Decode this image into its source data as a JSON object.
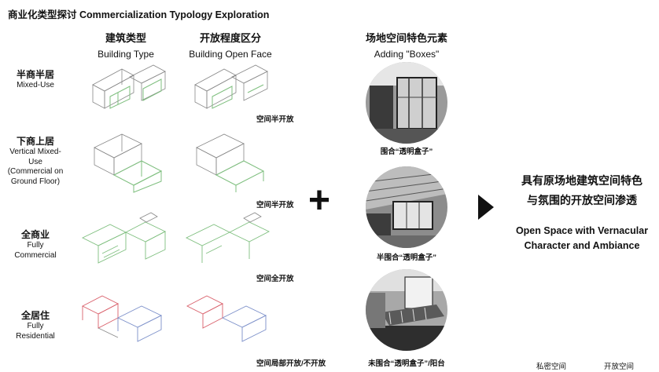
{
  "title": "商业化类型探讨 Commercialization Typology Exploration",
  "columns": [
    {
      "cn": "建筑类型",
      "en": "Building Type"
    },
    {
      "cn": "开放程度区分",
      "en": "Building Open Face"
    },
    {
      "cn": "场地空间特色元素",
      "en": "Adding \"Boxes\""
    }
  ],
  "rows": [
    {
      "cn": "半商半居",
      "en": [
        "Mixed-Use"
      ],
      "tag": "空间半开放"
    },
    {
      "cn": "下商上居",
      "en": [
        "Vertical Mixed-",
        "Use",
        "(Commercial on",
        "Ground Floor)"
      ],
      "tag": "空间半开放"
    },
    {
      "cn": "全商业",
      "en": [
        "Fully",
        "Commercial"
      ],
      "tag": "空间全开放"
    },
    {
      "cn": "全居住",
      "en": [
        "Fully",
        "Residential"
      ],
      "tag": "空间局部开放/不开放"
    }
  ],
  "photo_captions": [
    "围合“透明盒子”",
    "半围合“透明盒子”",
    "未围合“透明盒子”/阳台"
  ],
  "operator_plus": "+",
  "result": {
    "cn": [
      "具有原场地建筑空间特色",
      "与氛围的开放空间渗透"
    ],
    "en": [
      "Open Space with Vernacular",
      "Character and Ambiance"
    ]
  },
  "legend": [
    "私密空间",
    "开放空间"
  ],
  "colors": {
    "green": "#7fbf7f",
    "red": "#d9606b",
    "blue": "#7b8fc9",
    "line": "#777777"
  }
}
